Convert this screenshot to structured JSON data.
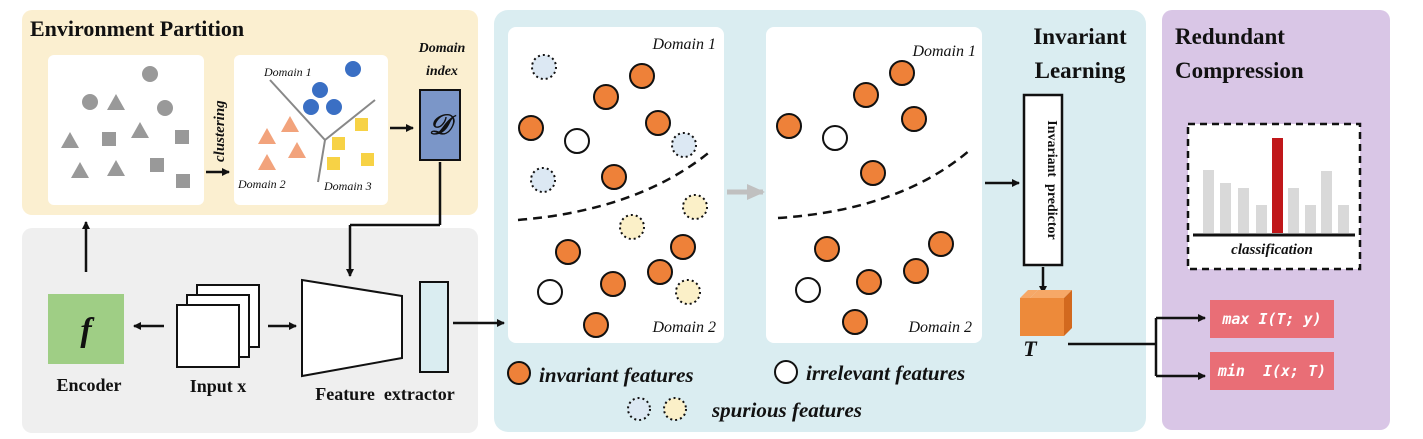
{
  "environment_partition": {
    "title": "Environment Partition",
    "clustering": "clustering",
    "domain_1": "Domain 1",
    "domain_2": "Domain 2",
    "domain_3": "Domain 3",
    "domain_index_line1": "Domain",
    "domain_index_line2": "index",
    "domain_symbol": "𝒟"
  },
  "pipeline": {
    "encoder_symbol": "f",
    "encoder_label": "Encoder",
    "input_label": "Input x",
    "feature_extractor_label": "Feature  extractor"
  },
  "invariant_learning": {
    "title_line1": "Invariant",
    "title_line2": "Learning",
    "panel1_domain1": "Domain 1",
    "panel1_domain2": "Domain 2",
    "panel2_domain1": "Domain 1",
    "panel2_domain2": "Domain 2",
    "predictor_label": "Invariant  predictor",
    "t_label": "T"
  },
  "legend": {
    "invariant": "invariant features",
    "irrelevant": "irrelevant features",
    "spurious": "spurious features"
  },
  "redundant_compression": {
    "title_line1": "Redundant",
    "title_line2": "Compression",
    "classification": "classification",
    "max_objective": "max I(T; y)",
    "min_objective": "min  I(x; T)"
  },
  "colors": {
    "env_bg": "#fbefd0",
    "pipe_bg": "#efefef",
    "inv_bg": "#daedf1",
    "red_bg": "#d9c6e6",
    "invariant": "#ee8139",
    "spurious_blue": "#dce8f3",
    "spurious_yellow": "#fbf0c8",
    "encoder": "#9fce85",
    "domain_index": "#7b96c8",
    "objective": "#e96e76",
    "highlight_bar": "#c0171a",
    "cluster_blue": "#3a6fc4",
    "cluster_orange": "#f2a37c",
    "cluster_yellow": "#f7d245"
  }
}
